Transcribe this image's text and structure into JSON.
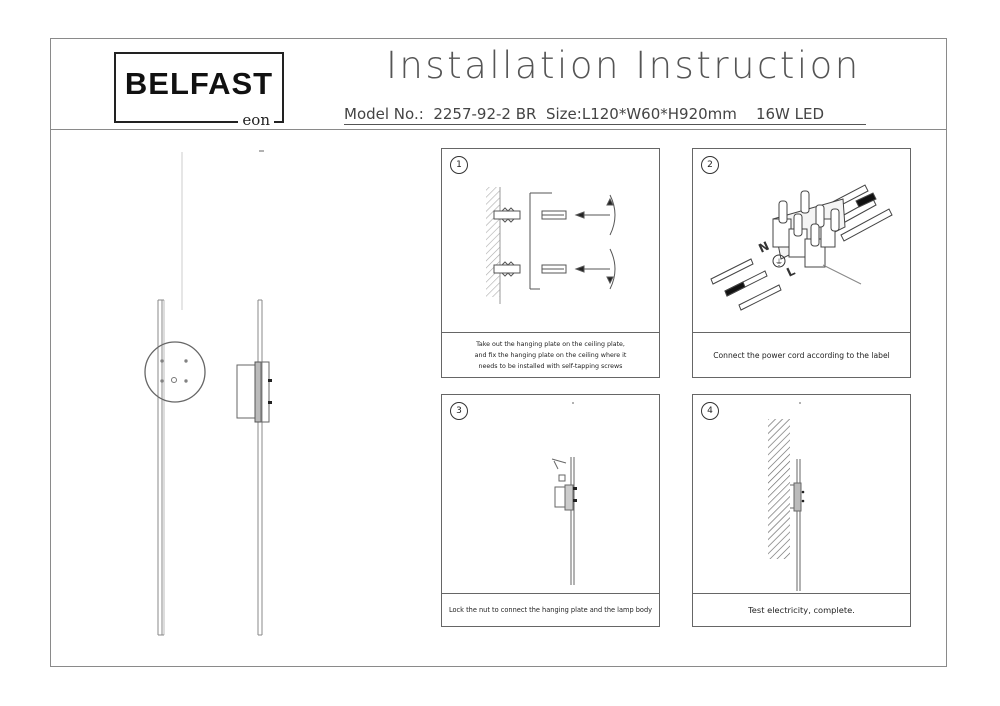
{
  "header": {
    "logo": {
      "brand": "BELFAST",
      "sub": "eon"
    },
    "title": "Installation Instruction",
    "model_label": "Model No.:",
    "model_number": "2257-92-2 BR",
    "size_label": "Size:",
    "size_value": "L120*W60*H920mm",
    "power": "16W LED"
  },
  "product_drawing": {
    "views": [
      "front-view-round-base",
      "side-view-mount"
    ]
  },
  "steps": [
    {
      "number": "1",
      "icon": "wall-anchor-screws-diagram",
      "caption_lines": [
        "Take out the hanging plate on the ceiling plate,",
        "and fix the hanging plate on the ceiling where it",
        "needs to be installed with self-tapping screws"
      ]
    },
    {
      "number": "2",
      "icon": "terminal-block-wiring-diagram",
      "caption": "Connect the power cord according to the label",
      "terminal_labels": [
        "N",
        "⏚",
        "L"
      ]
    },
    {
      "number": "3",
      "icon": "lamp-body-attach-diagram",
      "caption": "Lock the nut to connect the hanging plate and the lamp body"
    },
    {
      "number": "4",
      "icon": "installed-lamp-wall-diagram",
      "caption": "Test electricity, complete."
    }
  ],
  "colors": {
    "frame": "#8a8a8a",
    "ink": "#222222",
    "title": "#555555",
    "background": "#ffffff"
  }
}
